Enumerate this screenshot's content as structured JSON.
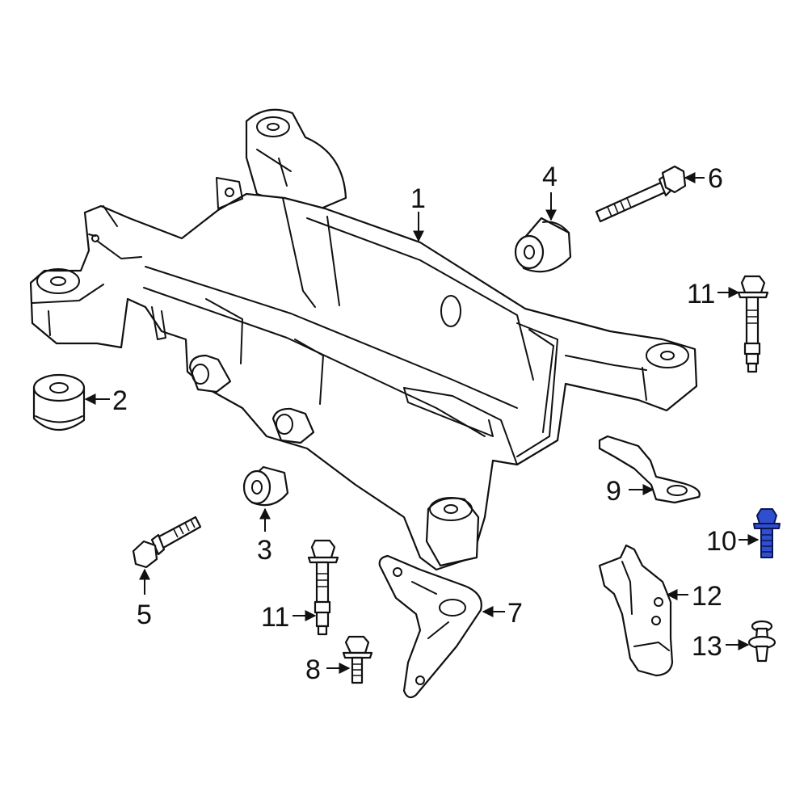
{
  "colors": {
    "line": "#111111",
    "background": "#ffffff",
    "highlight_fill": "#2f4fd0",
    "highlight_stroke": "#0b1550"
  },
  "highlighted_part": "10",
  "callouts": {
    "c1": "1",
    "c2": "2",
    "c3": "3",
    "c4": "4",
    "c5": "5",
    "c6": "6",
    "c7": "7",
    "c8": "8",
    "c9": "9",
    "c10": "10",
    "c11a": "11",
    "c11b": "11",
    "c12": "12",
    "c13": "13"
  }
}
